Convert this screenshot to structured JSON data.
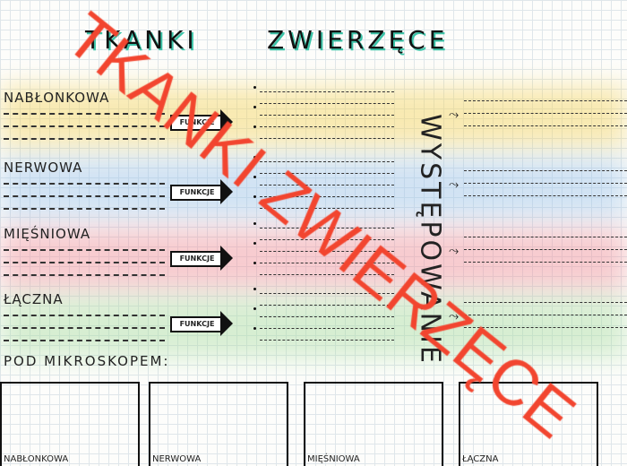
{
  "title": {
    "word1": "TKANKI",
    "word2": "ZWIERZĘCE"
  },
  "sections": [
    {
      "label": "NABŁONKOWA",
      "arrow": "FUNKCJE",
      "color": "#f3d25a"
    },
    {
      "label": "NERWOWA",
      "arrow": "FUNKCJE",
      "color": "#9cc3ea"
    },
    {
      "label": "MIĘŚNIOWA",
      "arrow": "FUNKCJE",
      "color": "#f08f9a"
    },
    {
      "label": "ŁĄCZNA",
      "arrow": "FUNKCJE",
      "color": "#a8dca0"
    }
  ],
  "occurrence": "WYSTĘPOWANIE",
  "microscope": {
    "heading": "POD MIKROSKOPEM:",
    "boxes": [
      "NABŁONKOWA",
      "NERWOWA",
      "MIĘŚNIOWA",
      "ŁĄCZNA"
    ]
  },
  "watermark": "TKANKI ZWIERZĘCE"
}
